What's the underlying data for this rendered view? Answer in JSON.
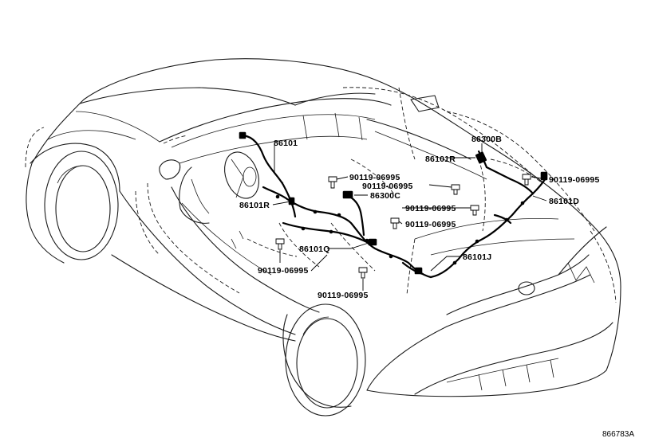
{
  "labels": {
    "p86101": "86101",
    "p86101R_upper": "86101R",
    "p86101R_lower": "86101R",
    "p86300B": "86300B",
    "p86300C": "86300C",
    "p86101D": "86101D",
    "p86101Q": "86101Q",
    "p86101J": "86101J",
    "bolt_a": "90119-06995",
    "bolt_b": "90119-06995",
    "bolt_c": "90119-06995",
    "bolt_d": "90119-06995",
    "bolt_e": "90119-06995",
    "bolt_f": "90119-06995",
    "bolt_g": "90119-06995"
  },
  "figure_id": "866783A"
}
